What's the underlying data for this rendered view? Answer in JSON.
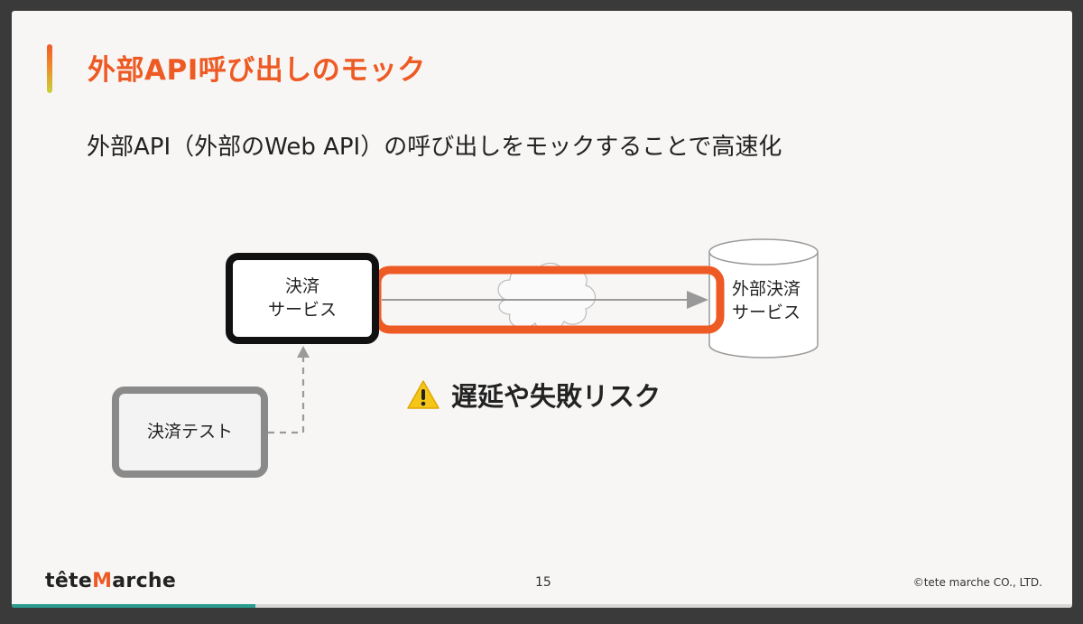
{
  "slide": {
    "title": "外部API呼び出しのモック",
    "subtitle": "外部API（外部のWeb API）の呼び出しをモックすることで高速化"
  },
  "diagram": {
    "service_box": {
      "line1": "決済",
      "line2": "サービス"
    },
    "external_box": {
      "line1": "外部決済",
      "line2": "サービス"
    },
    "test_box": {
      "label": "決済テスト"
    },
    "warning": {
      "icon": "warning-icon",
      "text": "遅延や失敗リスク"
    }
  },
  "footer": {
    "logo_prefix": "tête",
    "logo_m": "M",
    "logo_suffix": "arche",
    "page_number": "15",
    "copyright": "©tete marche CO., LTD."
  },
  "progress": {
    "fraction": 0.23
  },
  "colors": {
    "accent": "#ee5a24",
    "highlight_border": "#ee5a24",
    "service_border": "#111111",
    "test_border": "#8a8a8a",
    "progress": "#2a9d8f"
  }
}
